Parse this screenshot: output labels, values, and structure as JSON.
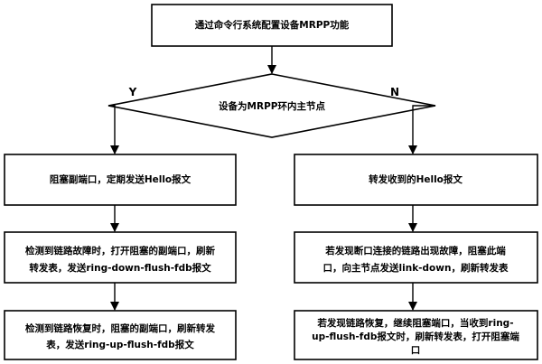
{
  "diagram": {
    "start": "通过命令行系统配置设备MRPP功能",
    "decision": "设备为MRPP环内主节点",
    "yes_label": "Y",
    "no_label": "N",
    "left": {
      "step1": "阻塞副端口，定期发送Hello报文",
      "step2": [
        "检测到链路故障时，打开阻塞的副端口，刷新",
        "转发表，发送ring-down-flush-fdb报文"
      ],
      "step3": [
        "检测到链路恢复时，阻塞的副端口，刷新转发",
        "表，发送ring-up-flush-fdb报文"
      ]
    },
    "right": {
      "step1": "转发收到的Hello报文",
      "step2": [
        "若发现断口连接的链路出现故障，阻塞此端",
        "口，向主节点发送link-down，刷新转发表"
      ],
      "step3": [
        "若发现链路恢复，继续阻塞端口，当收到ring-",
        "up-flush-fdb报文时，刷新转发表，打开阻塞端",
        "口"
      ]
    }
  }
}
